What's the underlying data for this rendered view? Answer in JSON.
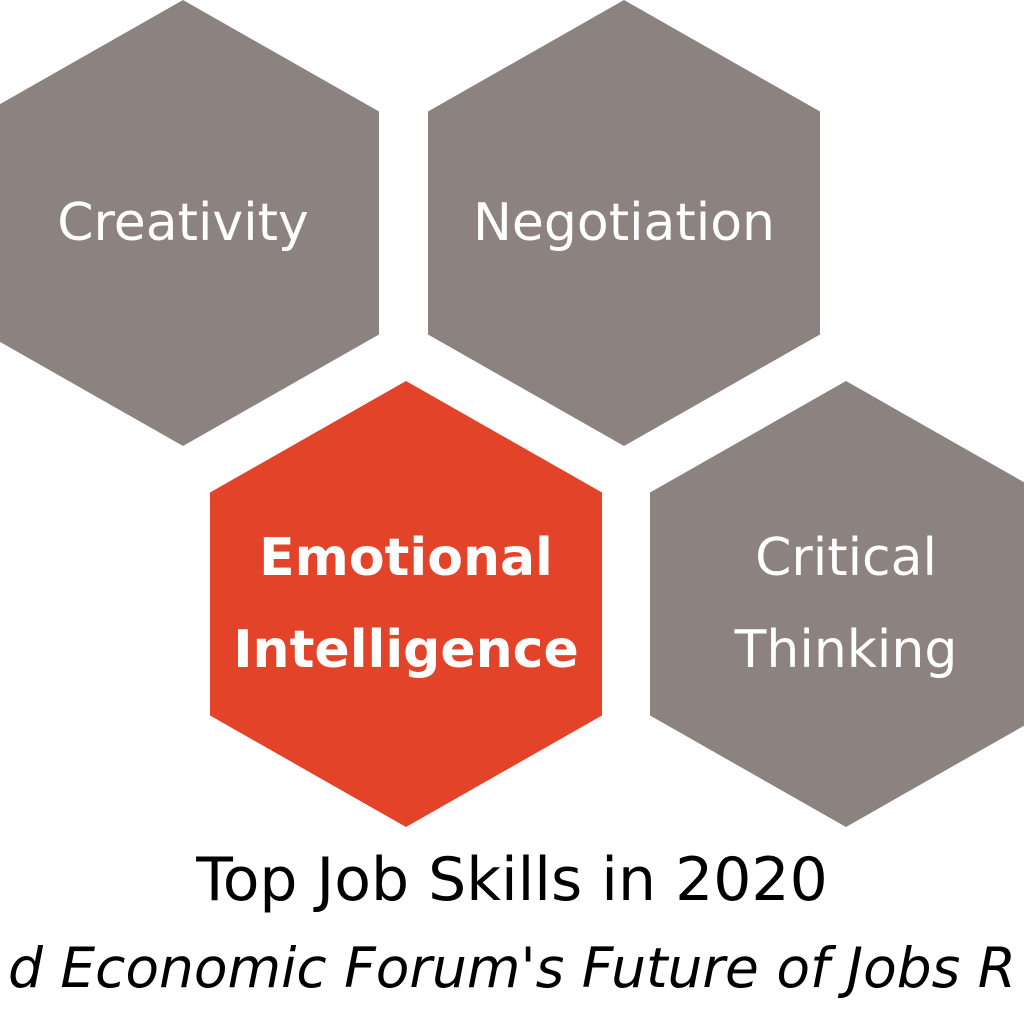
{
  "diagram": {
    "colors": {
      "default_hex": "#8c8380",
      "highlight_hex": "#e34329",
      "label": "#ffffff",
      "background": "#ffffff"
    },
    "hexagons": [
      {
        "id": "creativity",
        "lines": [
          "Creativity"
        ],
        "highlight": false
      },
      {
        "id": "negotiation",
        "lines": [
          "Negotiation"
        ],
        "highlight": false
      },
      {
        "id": "emotional-intelligence",
        "lines": [
          "Emotional",
          "Intelligence"
        ],
        "highlight": true
      },
      {
        "id": "critical-thinking",
        "lines": [
          "Critical",
          "Thinking"
        ],
        "highlight": false
      }
    ]
  },
  "caption": {
    "title": "Top Job Skills in 2020",
    "subtitle": "d Economic Forum's Future of Jobs R"
  }
}
